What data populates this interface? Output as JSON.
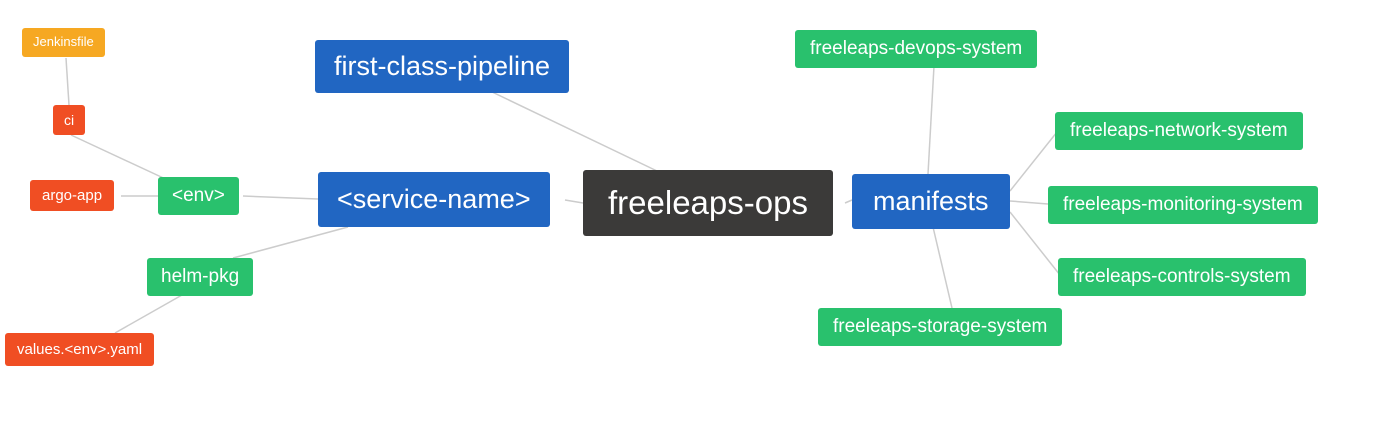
{
  "colors": {
    "blue": "#2166c2",
    "green": "#29c16d",
    "orange": "#f6a822",
    "red": "#f04e23",
    "dark": "#3b3a39",
    "edge": "#cccccc",
    "text": "#ffffff"
  },
  "nodes": {
    "jenkinsfile": {
      "label": "Jenkinsfile"
    },
    "ci": {
      "label": "ci"
    },
    "argo_app": {
      "label": "argo-app"
    },
    "env": {
      "label": "<env>"
    },
    "helm_pkg": {
      "label": "helm-pkg"
    },
    "values_env_yaml": {
      "label": "values.<env>.yaml"
    },
    "first_class_pipeline": {
      "label": "first-class-pipeline"
    },
    "service_name": {
      "label": "<service-name>"
    },
    "freeleaps_ops": {
      "label": "freeleaps-ops"
    },
    "manifests": {
      "label": "manifests"
    },
    "devops_system": {
      "label": "freeleaps-devops-system"
    },
    "network_system": {
      "label": "freeleaps-network-system"
    },
    "monitoring_system": {
      "label": "freeleaps-monitoring-system"
    },
    "controls_system": {
      "label": "freeleaps-controls-system"
    },
    "storage_system": {
      "label": "freeleaps-storage-system"
    }
  },
  "edges": [
    [
      "jenkinsfile",
      "ci"
    ],
    [
      "ci",
      "env"
    ],
    [
      "argo_app",
      "env"
    ],
    [
      "env",
      "service_name"
    ],
    [
      "helm_pkg",
      "service_name"
    ],
    [
      "values_env_yaml",
      "helm_pkg"
    ],
    [
      "first_class_pipeline",
      "freeleaps_ops"
    ],
    [
      "service_name",
      "freeleaps_ops"
    ],
    [
      "freeleaps_ops",
      "manifests"
    ],
    [
      "manifests",
      "devops_system"
    ],
    [
      "manifests",
      "network_system"
    ],
    [
      "manifests",
      "monitoring_system"
    ],
    [
      "manifests",
      "controls_system"
    ],
    [
      "manifests",
      "storage_system"
    ]
  ]
}
